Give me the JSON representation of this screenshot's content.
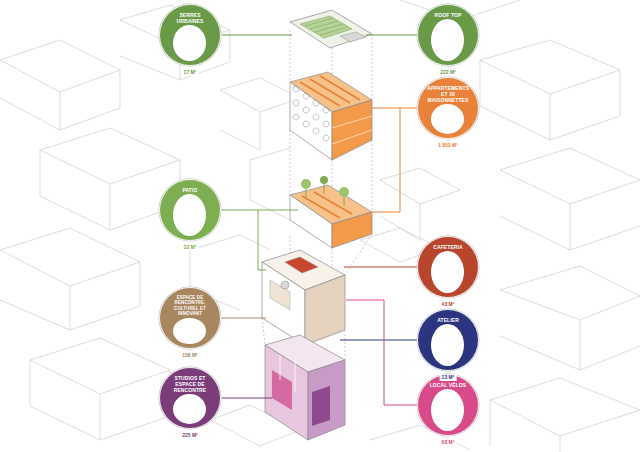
{
  "diagram": {
    "nodes": [
      {
        "text": [
          "SERRES URBAINES",
          "17 M²"
        ]
      },
      {
        "text": [
          "ROOF TOP",
          "222 M²"
        ]
      },
      {
        "text": [
          "APPARTEMENTS ET 10 MAISONNETTES",
          "1 803 M²"
        ]
      },
      {
        "text": [
          "PATIO",
          "32 M²"
        ]
      },
      {
        "text": [
          "CAFETERIA",
          "43 M²"
        ]
      },
      {
        "text": [
          "ESPACE DE RENCONTRE, CULTUREL ET INNOVANT",
          "158 M²"
        ]
      },
      {
        "text": [
          "ATELIER",
          "13 M²"
        ]
      },
      {
        "text": [
          "STUDIOS ET ESPACE DE RENCONTRE",
          "225 M²"
        ]
      },
      {
        "text": [
          "LOCAL VÉLOS",
          "68 M²"
        ]
      }
    ]
  }
}
